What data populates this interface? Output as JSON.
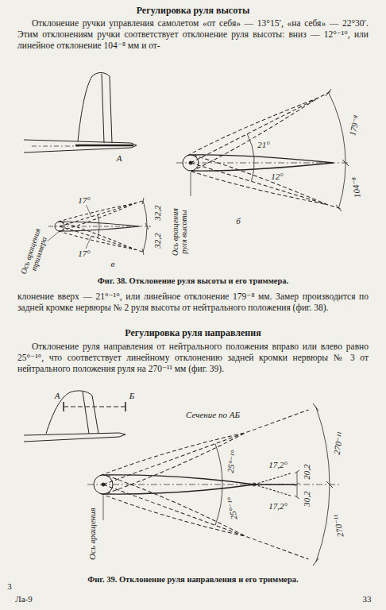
{
  "diagram": {
    "title": "Регулировка руля высоты",
    "caption": "Фиг. 38. Отклонение руля высоты и его триммера.",
    "labels": [
      "Отклонение ручки управления самолетом «от себя» — 13°15′, «на себя» — 22°30′. Этим отклонениям ручки соответствует отклонение руля высоты: вниз — 12°⁻¹°, или линейное отклонение 104⁻⁸ мм и от-",
      "А",
      "21°",
      "179⁻⁸",
      "12°",
      "104⁻⁸",
      "17°",
      "32,2",
      "32,2",
      "17°",
      "Ось вращения триммера",
      "в",
      "Ось вращения руля высоты",
      "б",
      "клонение вверх — 21°⁻¹°, или линейное отклонение 179⁻⁸ мм. Замер производится по задней кромке нервюры № 2 руля высоты от нейтрального положения (фиг. 38).",
      "Регулировка руля направления",
      "Отклонение руля направления от нейтрального положения вправо или влево равно 25°⁻¹°, что соответствует линейному отклонению задней кромки нервюры № 3 от нейтрального положения руля на 270⁻¹¹ мм (фиг. 39).",
      "А",
      "Б",
      "Сечение по АБ",
      "270⁻¹¹",
      "25°⁻¹°",
      "20,2",
      "17,2°",
      "30,2",
      "17,2°",
      "25°⁻¹°",
      "270⁻¹¹",
      "Ось вращения",
      "Фиг. 39. Отклонение руля направления и его триммера.",
      "3",
      "Ла-9",
      "33"
    ]
  }
}
